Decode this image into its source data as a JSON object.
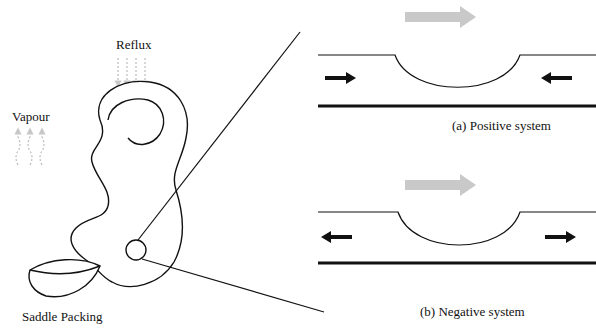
{
  "diagram": {
    "labels": [
      "Reflux",
      "Vapour",
      "Saddle Packing",
      "(a) Positive system",
      "(b) Negative system"
    ]
  }
}
